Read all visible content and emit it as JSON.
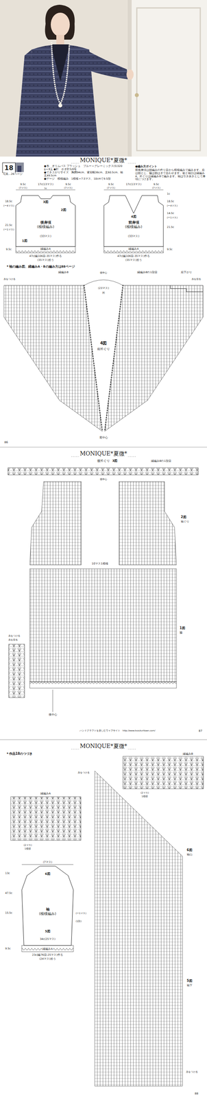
{
  "diagram": {
    "nodes": [
      {
        "text": [
          "18"
        ]
      },
      {
        "text": [
          "後身頃",
          "(模様編み)"
        ]
      },
      {
        "text": [
          "前身頃",
          "(模様編み)"
        ]
      },
      {
        "text": [
          "袖",
          "(模様編み)"
        ]
      }
    ],
    "labels": [
      "MONIQUE*夏微*",
      "写真…26ページ",
      "●糸　オリムパス プラッシュ　ブルー＋グレーミックス(5)320g＝8玉 ●針　かぎ針5/0号",
      "●でき上がりサイズ　胸囲94cm、背肩幅36cm、丈60.5cm、袖丈49.5cm",
      "●ゲージ　模様編み　1模様＝7.5マス、10cmで9.5段",
      "●編み方ポイント",
      "前後身頃は鎖編みの作り目から模様編みで編みます。肩は鎖とじ、脇は鎖はぎで合わせます。裾と袖口は縁編みA、衿ぐりは縁編みBで編みます。袖は引き抜きとじで身頃につけます。",
      "9.5c",
      "(7マス)",
      "17c(13マス)",
      "9.5c",
      "(7マス)",
      "1c",
      "3図",
      "2図",
      "18.5c",
      "(ー4マス)",
      "(33マス)",
      "21.5c",
      "(ー1マス)",
      "1図",
      "9.5c",
      "縁編みA",
      "47c(編106目-35マス)作る",
      "(35マス)拾う",
      "9.5c",
      "(7マス)",
      "17c(13マス)",
      "9.5c",
      "(7マス)",
      "1c",
      "18.5c",
      "(ー4マス)",
      "4図",
      "(33マス)",
      "14.5c",
      "(ー1マス)",
      "21.5c",
      "9.5c",
      "縁編みA",
      "47c(編106目-35マス)作る",
      "(35マス)拾う",
      "＊袖の編み図、縁編みA・Bの編み方は88ページ",
      "後中心",
      "(23マス)",
      "衿",
      "縁編みB",
      "縁編みBの1段目",
      "肩下がり",
      "4図",
      "前衿ぐり",
      "前中心",
      "糸をつける",
      "糸を切る",
      "86",
      "MONIQUE*夏微*",
      "後衿ぐり",
      "3図",
      "縁編みBの1段目",
      "後中心",
      "2図",
      "袖ぐり",
      "10マス1模様",
      "1図",
      "脇",
      "糸をつける",
      "糸を切る",
      "後中心",
      "ハンドクラフトを楽しむウェブサイト　http://www.tezukuritown.com/",
      "87",
      "MONIQUE*夏微*",
      "＊作品18のつづき",
      "縁編みB",
      "(2マス)",
      "1模様",
      "縁編みA",
      "(2マス)",
      "1模様",
      "糸をつける",
      "6図",
      "袖山",
      "5図",
      "袖下",
      "糸をつける",
      "(7マス)",
      "13c",
      "6図",
      "15.5c",
      "(ー1マス)",
      "5図",
      "(1段)",
      "34c(25マス)",
      "47.5c",
      "縁編みA",
      "9.5c",
      "23c(編76目-25マス)作る",
      "(24マス)拾う",
      "88"
    ]
  }
}
